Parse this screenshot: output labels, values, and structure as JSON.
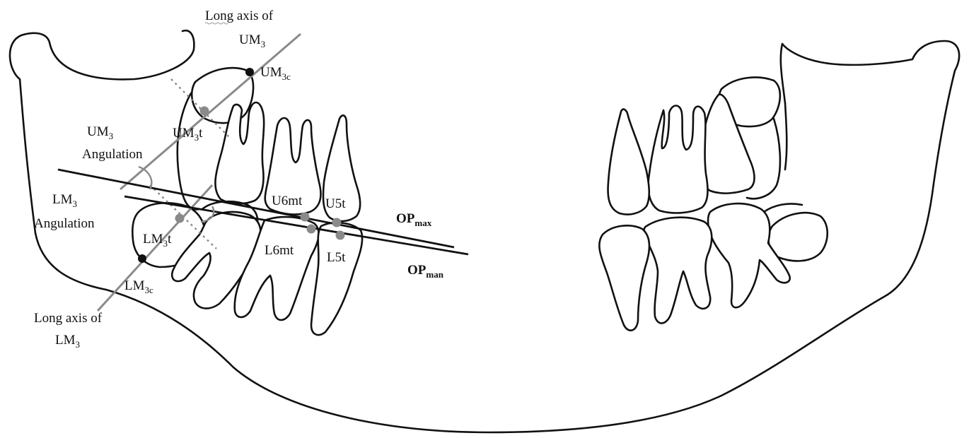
{
  "labels": {
    "long_axis_um3_line1": "Long axis of",
    "long_axis_um3_line2_main": "UM",
    "long_axis_um3_line2_sub": "3",
    "um3c_main": "UM",
    "um3c_sub": "3c",
    "um3t_main": "UM",
    "um3t_sub": "3",
    "um3t_suffix": "t",
    "um3_angulation_line1_main": "UM",
    "um3_angulation_line1_sub": "3",
    "um3_angulation_line2": "Angulation",
    "lm3_angulation_line1_main": "LM",
    "lm3_angulation_line1_sub": "3",
    "lm3_angulation_line2": "Angulation",
    "lm3t_main": "LM",
    "lm3t_sub": "3",
    "lm3t_suffix": "t",
    "lm3c_main": "LM",
    "lm3c_sub": "3c",
    "long_axis_lm3_line1": "Long axis of",
    "long_axis_lm3_line2_main": "LM",
    "long_axis_lm3_line2_sub": "3",
    "u6mt": "U6mt",
    "u5t": "U5t",
    "l6mt": "L6mt",
    "l5t": "L5t",
    "op_max_main": "OP",
    "op_max_sub": "max",
    "op_man_main": "OP",
    "op_man_sub": "man"
  },
  "colors": {
    "outline": "#111111",
    "axis": "#8a8a8a",
    "background": "#ffffff"
  }
}
